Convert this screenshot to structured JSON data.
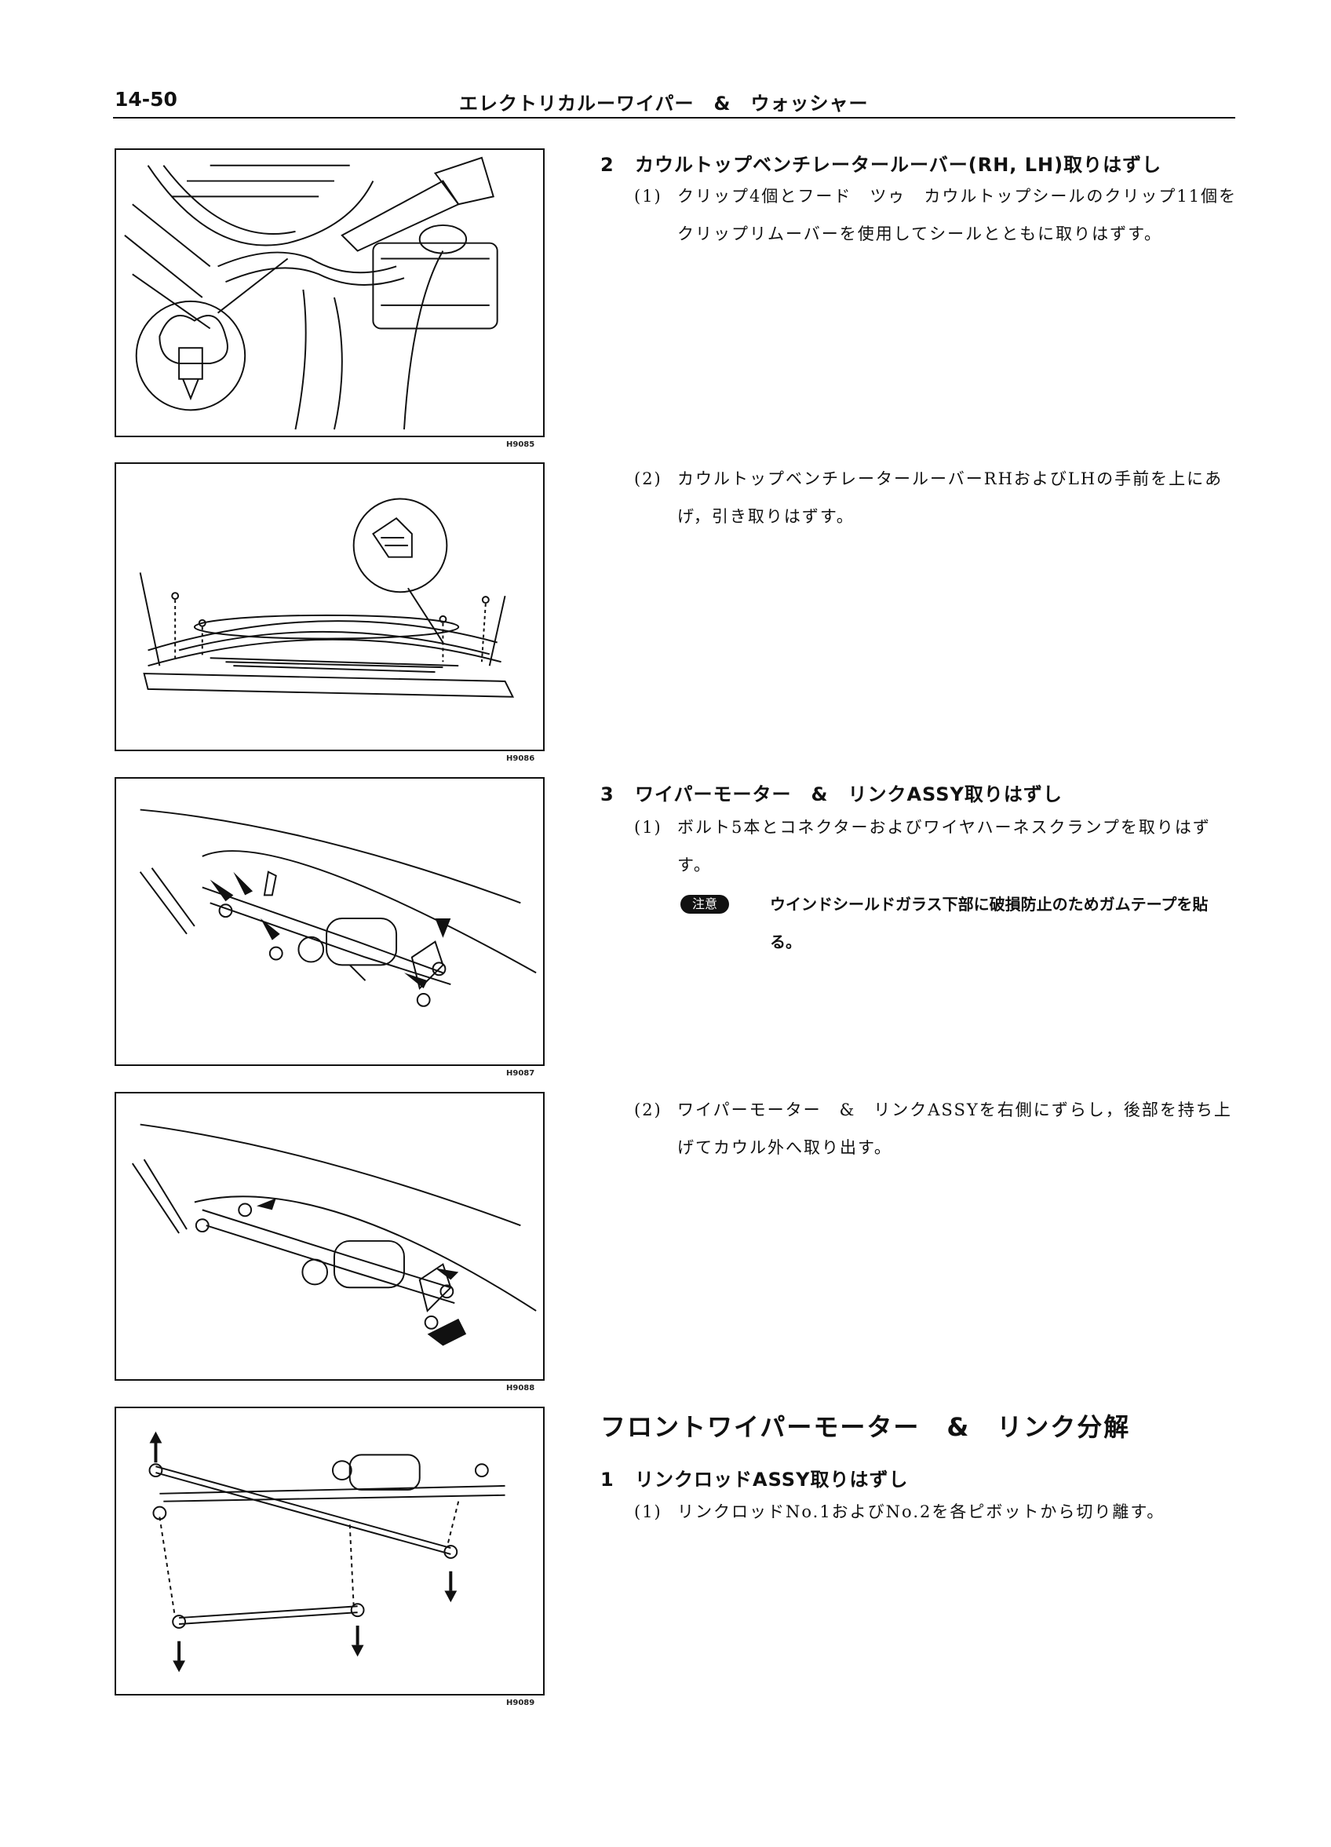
{
  "header": {
    "page_number": "14-50",
    "title": "エレクトリカルーワイパー　&　ウォッシャー"
  },
  "figures": [
    {
      "id": "H9085"
    },
    {
      "id": "H9086"
    },
    {
      "id": "H9087"
    },
    {
      "id": "H9088"
    },
    {
      "id": "H9089"
    }
  ],
  "sections": {
    "s2": {
      "number": "2",
      "title": "カウルトップベンチレータールーバー(RH, LH)取りはずし",
      "step1_marker": "(1)",
      "step1_text": "クリップ4個とフード　ツゥ　カウルトップシールのクリップ11個をクリップリムーバーを使用してシールとともに取りはずす。",
      "step2_marker": "(2)",
      "step2_text": "カウルトップベンチレータールーバーRHおよびLHの手前を上にあげ，引き取りはずす。"
    },
    "s3": {
      "number": "3",
      "title": "ワイパーモーター　&　リンクASSY取りはずし",
      "step1_marker": "(1)",
      "step1_text": "ボルト5本とコネクターおよびワイヤハーネスクランプを取りはずす。",
      "caution_badge": "注意",
      "caution_text": "ウインドシールドガラス下部に破損防止のためガムテープを貼る。",
      "step2_marker": "(2)",
      "step2_text": "ワイパーモーター　&　リンクASSYを右側にずらし，後部を持ち上げてカウル外へ取り出す。"
    },
    "disassembly": {
      "heading": "フロントワイパーモーター　&　リンク分解",
      "number": "1",
      "title": "リンクロッドASSY取りはずし",
      "step1_marker": "(1)",
      "step1_text": "リンクロッドNo.1およびNo.2を各ピボットから切り離す。"
    }
  }
}
